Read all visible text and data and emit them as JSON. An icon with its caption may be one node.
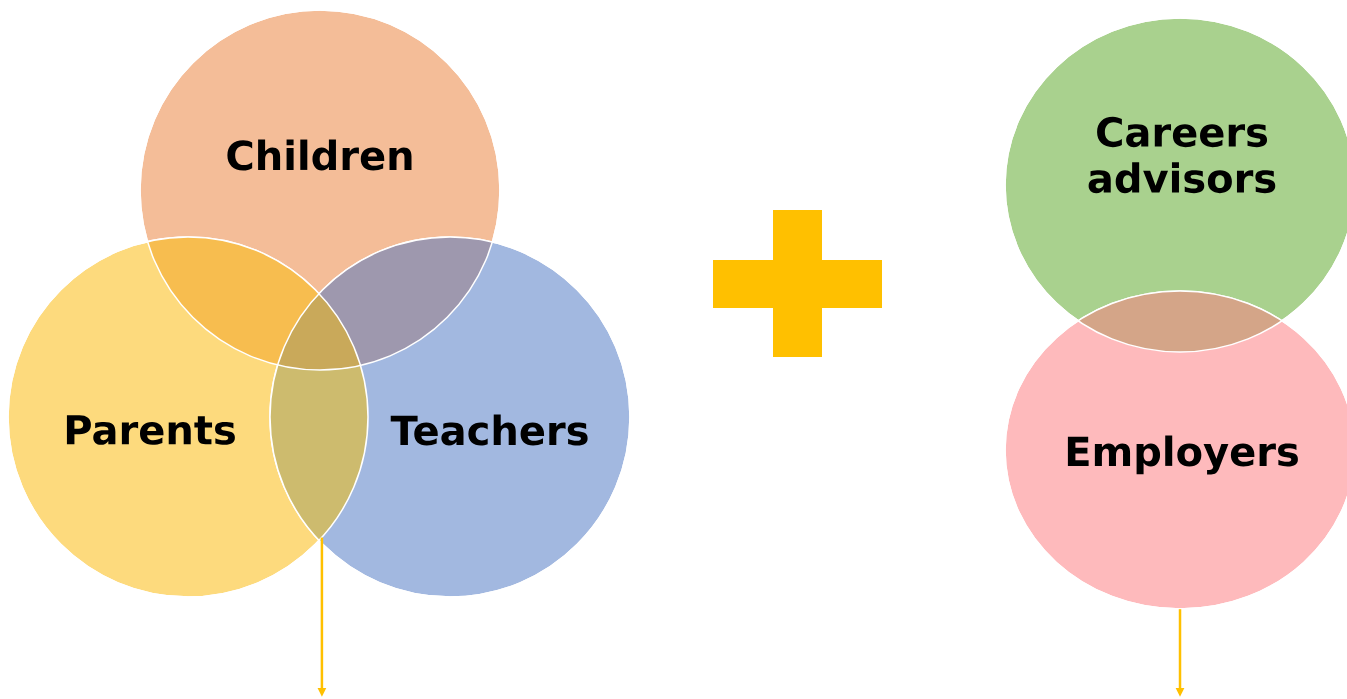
{
  "diagram": {
    "nodes": [
      {
        "text": [
          "Children"
        ]
      },
      {
        "text": [
          "Parents"
        ]
      },
      {
        "text": [
          "Teachers"
        ]
      },
      {
        "text": [
          "Careers advisors"
        ]
      },
      {
        "text": [
          "Employers"
        ]
      }
    ],
    "edges": [
      {
        "from": 1,
        "to": null,
        "arrow": "to"
      },
      {
        "from": 4,
        "to": null,
        "arrow": "to"
      }
    ]
  }
}
